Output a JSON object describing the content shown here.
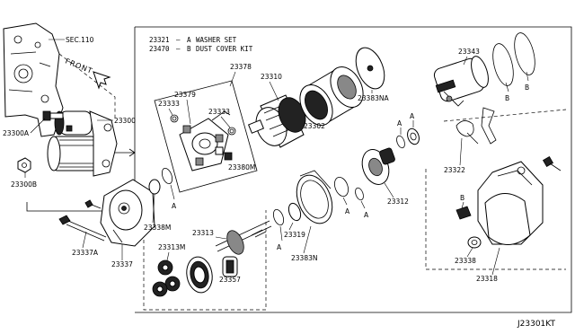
{
  "legend": {
    "line1_code": "23321",
    "line1_marker": "A",
    "line1_text": "WASHER SET",
    "line2_code": "23470",
    "line2_marker": "B",
    "line2_text": "DUST COVER KIT"
  },
  "labels": {
    "sec110": "SEC.110",
    "front": "FRONT",
    "p23300": "23300",
    "p23300A": "23300A",
    "p23300B": "23300B",
    "p23378": "23378",
    "p23379": "23379",
    "p23333a": "23333",
    "p23333b": "23333",
    "p23380M": "23380M",
    "p23310": "23310",
    "p23302": "23302",
    "p23383NA": "23383NA",
    "p23343": "23343",
    "p23322": "23322",
    "p23312": "23312",
    "p23338M": "23338M",
    "p23337": "23337",
    "p23337A": "23337A",
    "p23313": "23313",
    "p23313M": "23313M",
    "p23357": "23357",
    "p23319": "23319",
    "p23383N": "23383N",
    "p23338": "23338",
    "p23318": "23318",
    "markA1": "A",
    "markA2": "A",
    "markA3": "A",
    "markA4": "A",
    "markA5": "A",
    "markB1": "B",
    "markB2": "B",
    "markB3": "B"
  },
  "reference_code": "J23301KT"
}
